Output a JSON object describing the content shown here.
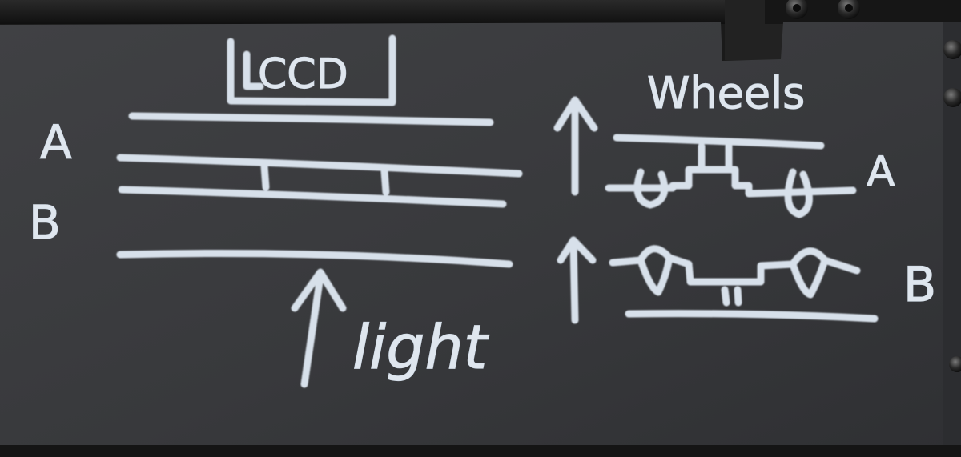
{
  "photo": {
    "labels": {
      "ccd": "CCD",
      "left_a": "A",
      "left_b": "B",
      "light": "light",
      "wheels": "Wheels",
      "right_a": "A",
      "right_b": "B"
    },
    "colors": {
      "board": "#3b3c3f",
      "board_shadow": "#2a2b2d",
      "machine_dark": "#141414",
      "chalk": "#d7e0ea"
    }
  }
}
